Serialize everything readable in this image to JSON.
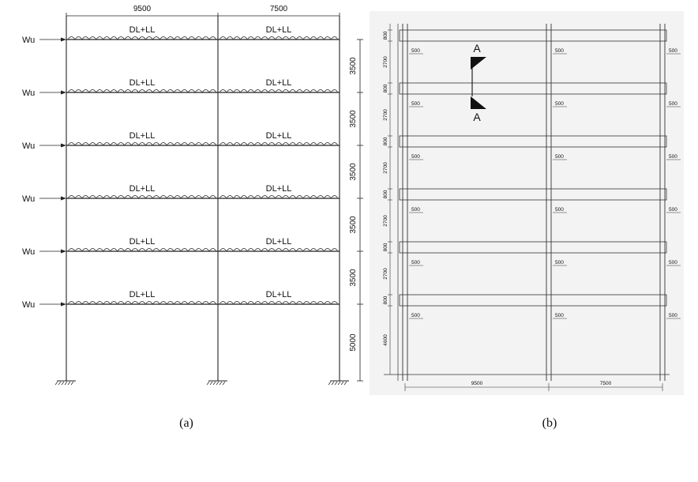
{
  "diagram_a": {
    "caption": "(a)",
    "spans": [
      "9500",
      "7500"
    ],
    "story_heights": [
      "3500",
      "3500",
      "3500",
      "3500",
      "3500",
      "5000"
    ],
    "lateral_load_label": "Wu",
    "gravity_load_label": "DL+LL",
    "floors": 6
  },
  "diagram_b": {
    "caption": "(b)",
    "spans": [
      "9500",
      "7500"
    ],
    "beam_depth": "800",
    "clear_heights": [
      "2700",
      "2700",
      "2700",
      "2700",
      "2700",
      "4600"
    ],
    "column_width": "500",
    "section_label": "A",
    "floors": 6
  }
}
